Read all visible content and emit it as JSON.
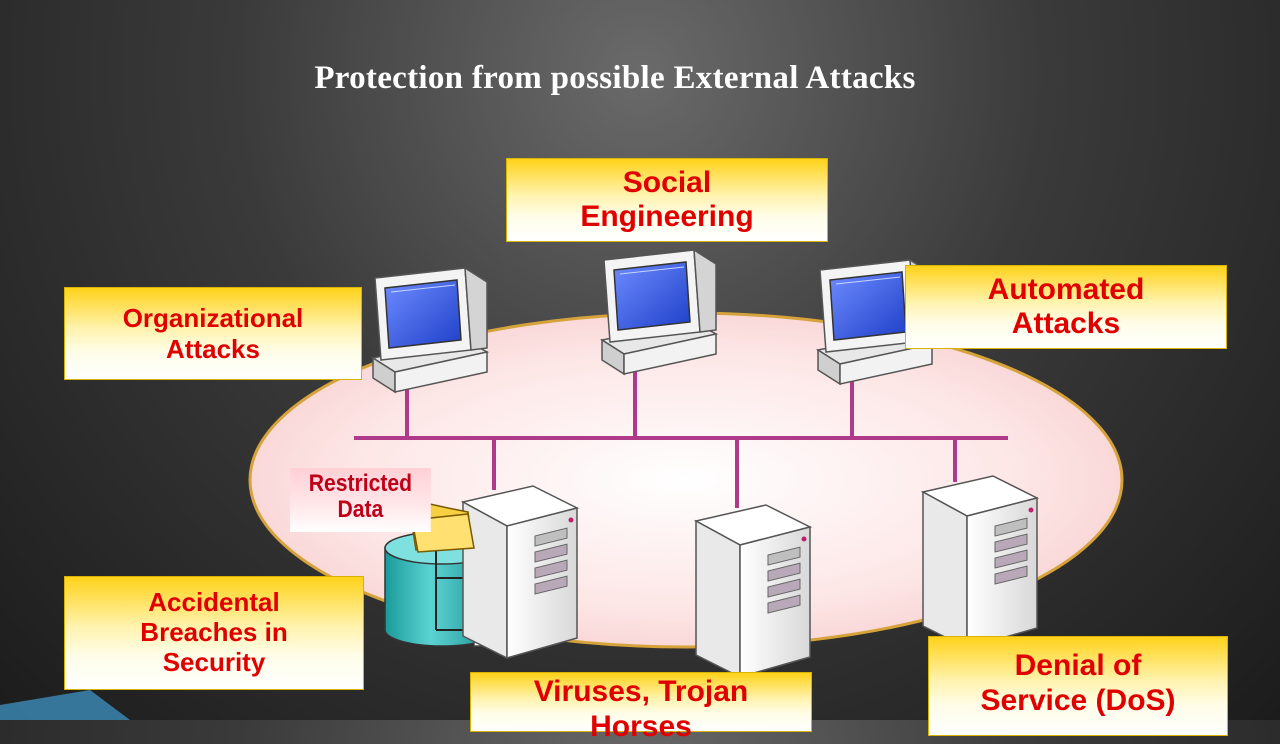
{
  "title": "Protection from possible External Attacks",
  "labels": {
    "social_engineering": "Social\nEngineering",
    "organizational_attacks": "Organizational\nAttacks",
    "automated_attacks": "Automated\nAttacks",
    "accidental_breaches": "Accidental\nBreaches in\nSecurity",
    "viruses": "Viruses, Trojan\nHorses",
    "denial_of_service": "Denial of\nService (DoS)",
    "restricted_data": "Restricted\nData"
  },
  "colors": {
    "label_text": "#e00000",
    "label_fill_top": "#ffd21a",
    "network_zone_fill": "#fde3e3",
    "network_zone_border": "#d6a23a",
    "network_bus": "#b03a8a",
    "database": "#2fb6b6",
    "folder": "#f0c020"
  }
}
